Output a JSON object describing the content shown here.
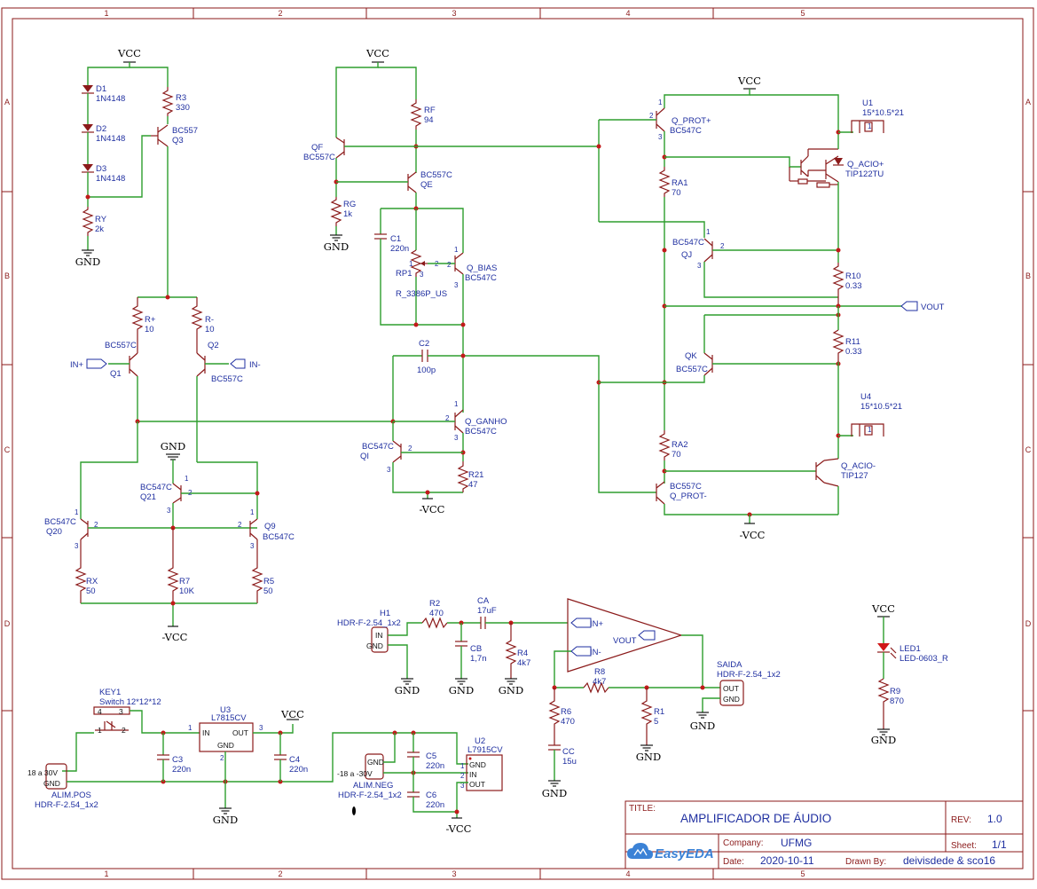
{
  "title_block": {
    "title_label": "TITLE:",
    "title": "AMPLIFICADOR DE ÁUDIO",
    "rev_label": "REV:",
    "rev": "1.0",
    "company_label": "Company:",
    "company": "UFMG",
    "sheet_label": "Sheet:",
    "sheet": "1/1",
    "date_label": "Date:",
    "date": "2020-10-11",
    "drawn_label": "Drawn By:",
    "drawn_by": "deivisdede & sco16",
    "brand": "EasyEDA"
  },
  "frame": {
    "cols": [
      "1",
      "2",
      "3",
      "4",
      "5"
    ],
    "rows": [
      "A",
      "B",
      "C",
      "D"
    ]
  },
  "power": {
    "vcc": "VCC",
    "nvcc": "-VCC",
    "gnd": "GND"
  },
  "ports": {
    "in_plus": "IN+",
    "in_minus": "IN-",
    "vout": "VOUT"
  },
  "parts": {
    "d1": {
      "ref": "D1",
      "val": "1N4148"
    },
    "d2": {
      "ref": "D2",
      "val": "1N4148"
    },
    "d3": {
      "ref": "D3",
      "val": "1N4148"
    },
    "r3": {
      "ref": "R3",
      "val": "330"
    },
    "q3": {
      "ref": "Q3",
      "val": "BC557"
    },
    "ry": {
      "ref": "RY",
      "val": "2k"
    },
    "rplus": {
      "ref": "R+",
      "val": "10"
    },
    "rminus": {
      "ref": "R-",
      "val": "10"
    },
    "q1": {
      "ref": "Q1",
      "val": "BC557C"
    },
    "q2": {
      "ref": "Q2",
      "val": "BC557C"
    },
    "q21": {
      "ref": "Q21",
      "val": "BC547C"
    },
    "q20": {
      "ref": "Q20",
      "val": "BC547C"
    },
    "q9": {
      "ref": "Q9",
      "val": "BC547C"
    },
    "rx": {
      "ref": "RX",
      "val": "50"
    },
    "r7": {
      "ref": "R7",
      "val": "10K"
    },
    "r5": {
      "ref": "R5",
      "val": "50"
    },
    "rf": {
      "ref": "RF",
      "val": "94"
    },
    "qf": {
      "ref": "QF",
      "val": "BC557C"
    },
    "qe": {
      "ref": "QE",
      "val": "BC557C"
    },
    "rg": {
      "ref": "RG",
      "val": "1k"
    },
    "c1": {
      "ref": "C1",
      "val": "220n"
    },
    "rp1": {
      "ref": "RP1",
      "val": "R_3386P_US"
    },
    "qbias": {
      "ref": "Q_BIAS",
      "val": "BC547C"
    },
    "c2": {
      "ref": "C2",
      "val": "100p"
    },
    "qganho": {
      "ref": "Q_GANHO",
      "val": "BC547C"
    },
    "qi": {
      "ref": "QI",
      "val": "BC547C"
    },
    "r21": {
      "ref": "R21",
      "val": "47"
    },
    "qprotp": {
      "ref": "Q_PROT+",
      "val": "BC547C"
    },
    "ra1": {
      "ref": "RA1",
      "val": "70"
    },
    "qacp": {
      "ref": "Q_ACIO+",
      "val": "TIP122TU"
    },
    "u1": {
      "ref": "U1",
      "val": "15*10.5*21"
    },
    "qj": {
      "ref": "QJ",
      "val": "BC547C"
    },
    "r10": {
      "ref": "R10",
      "val": "0.33"
    },
    "r11": {
      "ref": "R11",
      "val": "0.33"
    },
    "qk": {
      "ref": "QK",
      "val": "BC557C"
    },
    "u4": {
      "ref": "U4",
      "val": "15*10.5*21"
    },
    "ra2": {
      "ref": "RA2",
      "val": "70"
    },
    "qacm": {
      "ref": "Q_ACIO-",
      "val": "TIP127"
    },
    "qprotm": {
      "ref": "Q_PROT-",
      "val": "BC557C"
    },
    "h1": {
      "ref": "H1",
      "val": "HDR-F-2.54_1x2",
      "pin1": "IN",
      "pin2": "GND"
    },
    "r2": {
      "ref": "R2",
      "val": "470"
    },
    "ca": {
      "ref": "CA",
      "val": "17uF"
    },
    "cb": {
      "ref": "CB",
      "val": "1,7n"
    },
    "r4": {
      "ref": "R4",
      "val": "4k7"
    },
    "r8": {
      "ref": "R8",
      "val": "4k7"
    },
    "r6": {
      "ref": "R6",
      "val": "470"
    },
    "r1": {
      "ref": "R1",
      "val": "5"
    },
    "cc": {
      "ref": "CC",
      "val": "15u"
    },
    "saida": {
      "ref": "SAIDA",
      "val": "HDR-F-2.54_1x2",
      "pin1": "OUT",
      "pin2": "GND"
    },
    "led1": {
      "ref": "LED1",
      "val": "LED-0603_R"
    },
    "r9": {
      "ref": "R9",
      "val": "870"
    },
    "key1": {
      "ref": "KEY1",
      "val": "Switch 12*12*12"
    },
    "u3": {
      "ref": "U3",
      "val": "L7815CV",
      "in": "IN",
      "out": "OUT",
      "gnd": "GND"
    },
    "c3": {
      "ref": "C3",
      "val": "220n"
    },
    "c4": {
      "ref": "C4",
      "val": "220n"
    },
    "alimpos": {
      "ref": "ALIM.POS",
      "val": "HDR-F-2.54_1x2",
      "text": "18 a 30V",
      "gnd": "GND"
    },
    "alimneg": {
      "ref": "ALIM.NEG",
      "val": "HDR-F-2.54_1x2",
      "text": "-18 a -30V",
      "gnd": "GND"
    },
    "c5": {
      "ref": "C5",
      "val": "220n"
    },
    "c6": {
      "ref": "C6",
      "val": "220n"
    },
    "u2": {
      "ref": "U2",
      "val": "L7915CV",
      "gnd": "GND",
      "in": "IN",
      "out": "OUT"
    }
  }
}
